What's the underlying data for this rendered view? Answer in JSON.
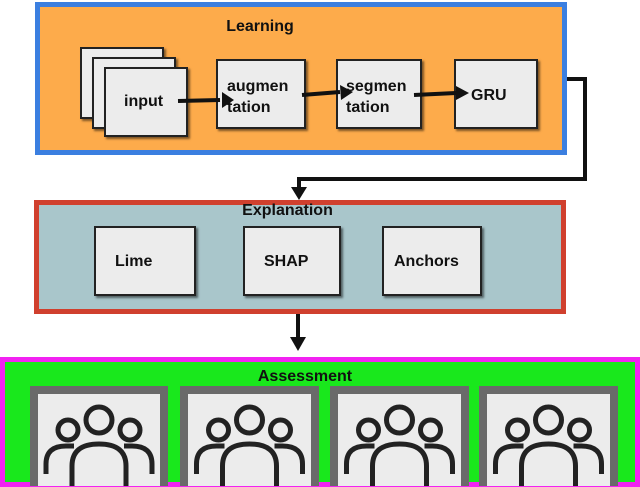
{
  "learning": {
    "title": "Learning",
    "input_label": "input",
    "augmentation_label": "augmen\ntation",
    "segmentation_label": "segmen\ntation",
    "gru_label": "GRU"
  },
  "explanation": {
    "title": "Explanation",
    "methods": [
      "Lime",
      "SHAP",
      "Anchors"
    ]
  },
  "assessment": {
    "title": "Assessment",
    "participant_groups": 4
  },
  "colors": {
    "learning_fill": "#fdab4b",
    "learning_border": "#3b7fe0",
    "explanation_fill": "#a9c6cb",
    "explanation_border": "#d0402e",
    "assessment_fill": "#19e81c",
    "assessment_border": "#f222f2",
    "box_fill": "#ececec"
  }
}
